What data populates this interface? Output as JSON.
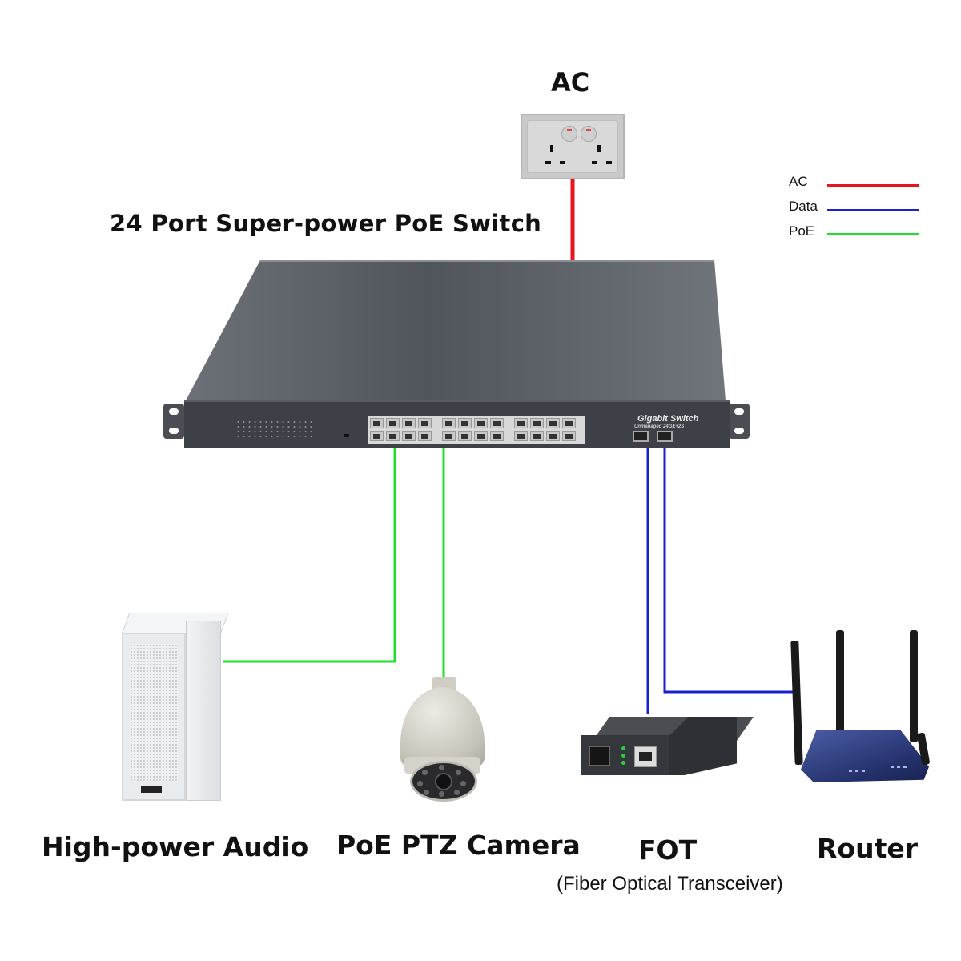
{
  "title": "24 Port Super-power PoE Switch",
  "power_source": {
    "label": "AC",
    "device": "wall-socket"
  },
  "switch": {
    "brand_text": "Gigabit Switch",
    "model_text": "Unmanaged 24GE+2S",
    "rj45_ports": 24,
    "sfp_ports": 2
  },
  "legend": {
    "items": [
      {
        "label": "AC",
        "color": "#e8141e"
      },
      {
        "label": "Data",
        "color": "#1a1fd0"
      },
      {
        "label": "PoE",
        "color": "#1fe028"
      }
    ]
  },
  "devices": [
    {
      "id": "audio",
      "label": "High-power Audio",
      "connection": "PoE"
    },
    {
      "id": "camera",
      "label": "PoE PTZ Camera",
      "connection": "PoE"
    },
    {
      "id": "fot",
      "label": "FOT",
      "sublabel": "(Fiber Optical Transceiver)",
      "connection": "Data"
    },
    {
      "id": "router",
      "label": "Router",
      "connection": "Data"
    }
  ],
  "colors": {
    "ac": "#e8141e",
    "data": "#1a1fd0",
    "poe": "#1fe028",
    "switch_body": "#3d4147"
  }
}
